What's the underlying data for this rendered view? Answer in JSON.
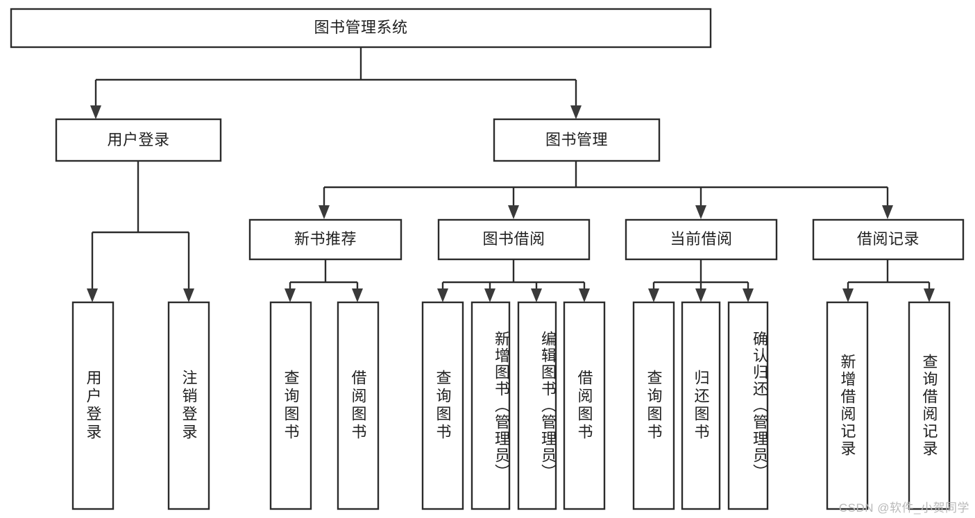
{
  "diagram": {
    "type": "tree",
    "title": "图书管理系统",
    "watermark": "CSDN @软件_小贺同学",
    "levels": {
      "root": {
        "label": "图书管理系统"
      },
      "level2": [
        {
          "id": "user-login",
          "label": "用户登录"
        },
        {
          "id": "book-manage",
          "label": "图书管理"
        }
      ],
      "level3": [
        {
          "id": "new-book-rec",
          "label": "新书推荐"
        },
        {
          "id": "book-borrow",
          "label": "图书借阅"
        },
        {
          "id": "current-borrow",
          "label": "当前借阅"
        },
        {
          "id": "borrow-record",
          "label": "借阅记录"
        }
      ],
      "leaves": [
        {
          "id": "leaf-user-login",
          "label": "用户登录",
          "parent": "user-login"
        },
        {
          "id": "leaf-logout",
          "label": "注销登录",
          "parent": "user-login"
        },
        {
          "id": "leaf-query-book-1",
          "label": "查询图书",
          "parent": "new-book-rec"
        },
        {
          "id": "leaf-borrow-book-1",
          "label": "借阅图书",
          "parent": "new-book-rec"
        },
        {
          "id": "leaf-query-book-2",
          "label": "查询图书",
          "parent": "book-borrow"
        },
        {
          "id": "leaf-add-book",
          "label": "新增图书（管理员）",
          "parent": "book-borrow"
        },
        {
          "id": "leaf-edit-book",
          "label": "编辑图书（管理员）",
          "parent": "book-borrow"
        },
        {
          "id": "leaf-borrow-book-2",
          "label": "借阅图书",
          "parent": "book-borrow"
        },
        {
          "id": "leaf-query-book-3",
          "label": "查询图书",
          "parent": "current-borrow"
        },
        {
          "id": "leaf-return-book",
          "label": "归还图书",
          "parent": "current-borrow"
        },
        {
          "id": "leaf-confirm-return",
          "label": "确认归还（管理员）",
          "parent": "current-borrow"
        },
        {
          "id": "leaf-add-record",
          "label": "新增借阅记录",
          "parent": "borrow-record"
        },
        {
          "id": "leaf-query-record",
          "label": "查询借阅记录",
          "parent": "borrow-record"
        }
      ]
    },
    "colors": {
      "box_stroke": "#2b2b2b",
      "box_fill": "#ffffff",
      "connector": "#2b2b2b",
      "text": "#1f1f1f",
      "watermark": "#b9b9b9",
      "background": "#ffffff"
    }
  }
}
